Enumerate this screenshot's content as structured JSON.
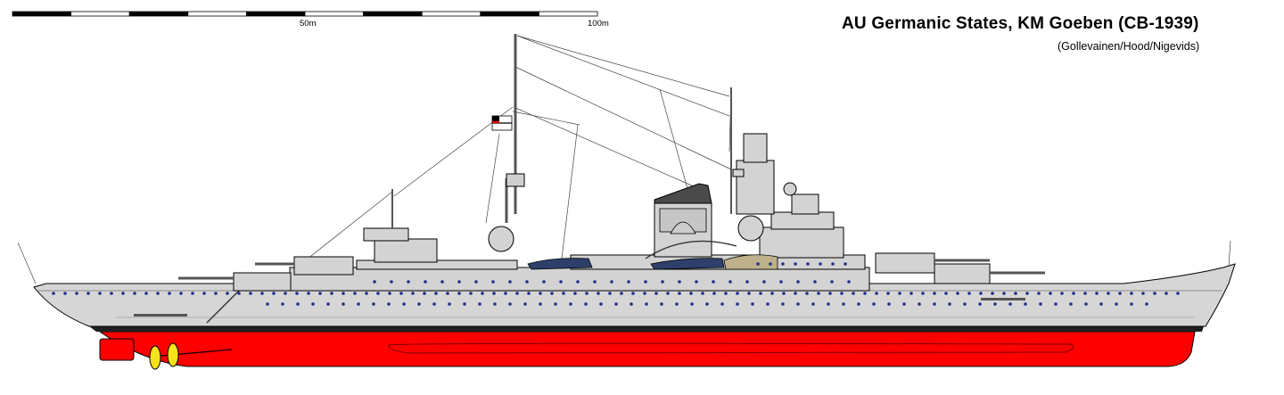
{
  "title": "AU Germanic States, KM Goeben (CB-1939)",
  "credit": "(Gollevainen/Hood/Nigevids)",
  "scale": {
    "labels": [
      "50m",
      "100m"
    ],
    "segments": 10
  },
  "colors": {
    "hull": "#d6d6d6",
    "superstructure": "#d3d3d3",
    "hull_below_waterline": "#ff0000",
    "boot_topping": "#202020",
    "portholes": "#1f2f8a",
    "propellers": "#f4e21a",
    "boats_navy": "#2d3f6a",
    "boats_khaki": "#bdb08a",
    "funnel_cap": "#4a4a4a"
  }
}
